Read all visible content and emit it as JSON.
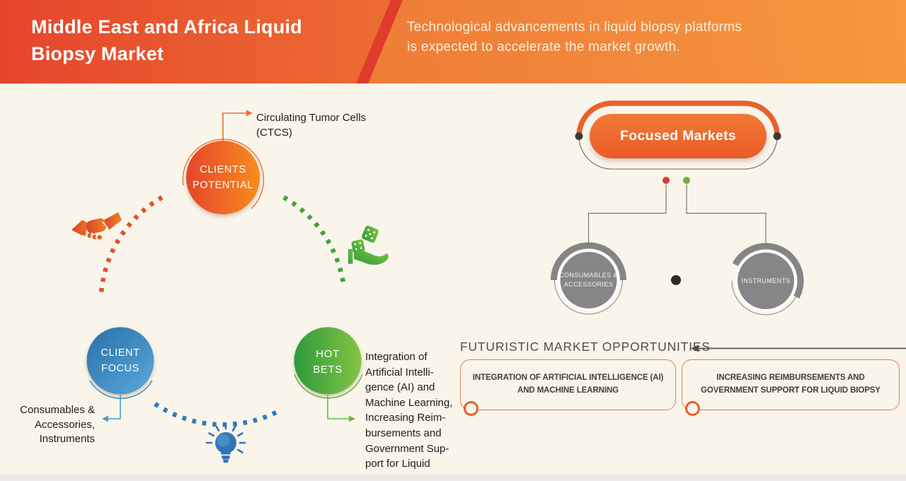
{
  "header": {
    "title": "Middle East and Africa Liquid\nBiopsy Market",
    "subtitle": "Technological advancements in liquid biopsy platforms\nis expected to accelerate the market growth."
  },
  "strategy_cycle": {
    "clients_potential": {
      "label": "CLIENTS\nPOTENTIAL",
      "note": "Circulating Tumor Cells\n(CTCS)"
    },
    "client_focus": {
      "label": "CLIENT\nFOCUS",
      "note": "Consumables &\nAccessories,\nInstruments"
    },
    "hot_bets": {
      "label": "HOT\nBETS",
      "note": "Integration of\nArtificial Intelli-\ngence (AI) and\nMachine Learning,\nIncreasing Reim-\nbursements and\nGovernment Sup-\nport for Liquid\nBiopsy"
    },
    "icons": [
      "handshake-icon",
      "dice-hand-icon",
      "lightbulb-icon"
    ]
  },
  "focused_markets": {
    "title": "Focused Markets",
    "nodes": [
      {
        "label": "CONSUMABLES &\nACCESSORIES"
      },
      {
        "label": "INSTRUMENTS"
      }
    ]
  },
  "opportunities": {
    "heading": "FUTURISTIC MARKET OPPORTUNITIES",
    "items": [
      {
        "label": "INTEGRATION OF ARTIFICIAL INTELLIGENCE (AI)\nAND MACHINE LEARNING"
      },
      {
        "label": "INCREASING REIMBURSEMENTS AND\nGOVERNMENT SUPPORT FOR LIQUID BIOPSY"
      }
    ]
  },
  "colors": {
    "background": "#F9F5EB",
    "header_left_gradient": [
      "#E6452C",
      "#F4A23C"
    ],
    "header_slash": "#DE3D2B",
    "header_right_gradient": [
      "#EC6E2D",
      "#F5983F"
    ],
    "clients_potential_gradient": [
      "#E5452C",
      "#F78D1E"
    ],
    "client_focus_gradient": [
      "#2A6FA9",
      "#5AA9DB"
    ],
    "hot_bets_gradient": [
      "#2D9A3D",
      "#85C543"
    ],
    "focused_pill": "#ED6A2E",
    "gray_node": "#868686",
    "opportunity_border": "#E87C4C",
    "dotted_orange": "#E2512E",
    "dotted_green": "#3EA43C",
    "dotted_blue": "#2E7BBB"
  }
}
